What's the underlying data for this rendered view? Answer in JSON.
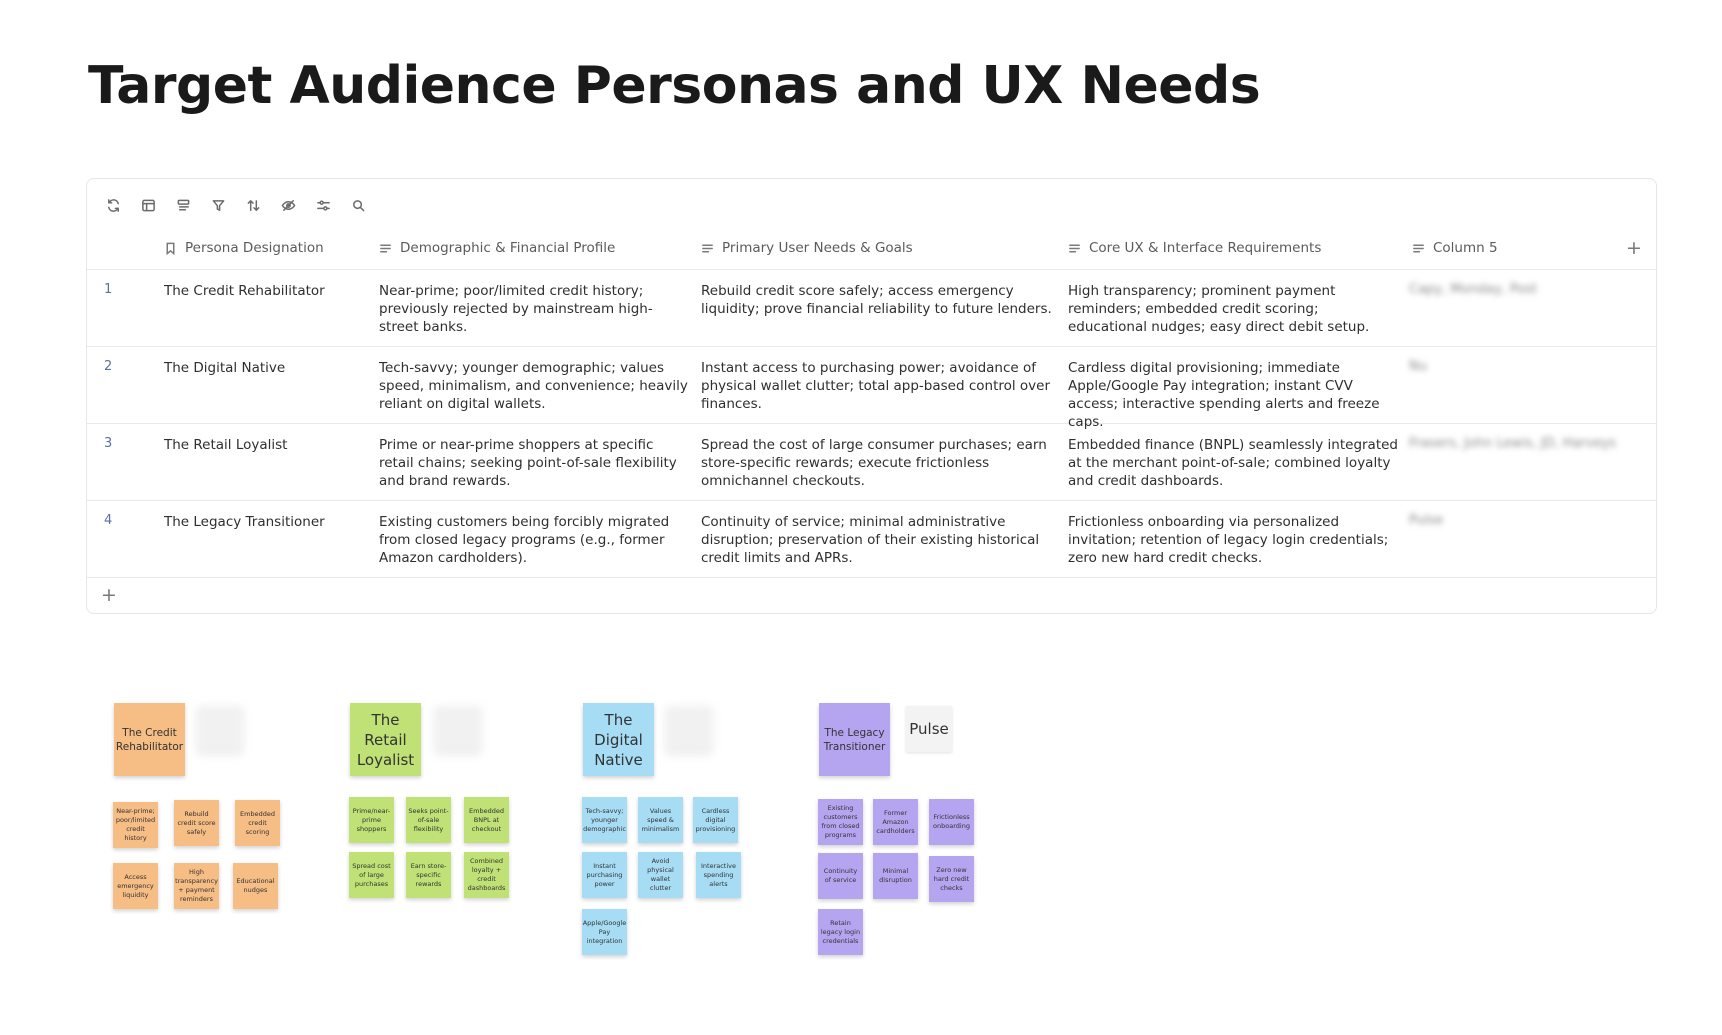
{
  "page": {
    "title": "Target Audience Personas and UX Needs"
  },
  "toolbar": {
    "icons": [
      "refresh-icon",
      "table-layout-icon",
      "group-icon",
      "filter-icon",
      "sort-icon",
      "hide-fields-icon",
      "settings-icon",
      "search-icon"
    ]
  },
  "table": {
    "columns": [
      {
        "label": "Persona Designation",
        "icon": "bookmark-icon"
      },
      {
        "label": "Demographic & Financial Profile",
        "icon": "text-lines-icon"
      },
      {
        "label": "Primary User Needs & Goals",
        "icon": "text-lines-icon"
      },
      {
        "label": "Core UX & Interface Requirements",
        "icon": "text-lines-icon"
      },
      {
        "label": "Column 5",
        "icon": "text-lines-icon"
      }
    ],
    "add_column": "+",
    "add_row": "+",
    "rows": [
      {
        "num": "1",
        "persona": "The Credit Rehabilitator",
        "profile": "Near-prime; poor/limited credit history; previously rejected by mainstream high-street banks.",
        "needs": "Rebuild credit score safely; access emergency liquidity; prove financial reliability to future lenders.",
        "ux": "High transparency; prominent payment reminders; embedded credit scoring; educational nudges; easy direct debit setup.",
        "col5": "Capy, Monday, Post"
      },
      {
        "num": "2",
        "persona": "The Digital Native",
        "profile": "Tech-savvy; younger demographic; values speed, minimalism, and convenience; heavily reliant on digital wallets.",
        "needs": "Instant access to purchasing power; avoidance of physical wallet clutter; total app-based control over finances.",
        "ux": "Cardless digital provisioning; immediate Apple/Google Pay integration; instant CVV access; interactive spending alerts and freeze caps.",
        "col5": "Nu"
      },
      {
        "num": "3",
        "persona": "The Retail Loyalist",
        "profile": "Prime or near-prime shoppers at specific retail chains; seeking point-of-sale flexibility and brand rewards.",
        "needs": "Spread the cost of large consumer purchases; earn store-specific rewards; execute frictionless omnichannel checkouts.",
        "ux": "Embedded finance (BNPL) seamlessly integrated at the merchant point-of-sale; combined loyalty and credit dashboards.",
        "col5": "Frasers, John Lewis, JD, Harveys"
      },
      {
        "num": "4",
        "persona": "The Legacy Transitioner",
        "profile": "Existing customers being forcibly migrated from closed legacy programs (e.g., former Amazon cardholders).",
        "needs": "Continuity of service; minimal administrative disruption; preservation of their existing historical credit limits and APRs.",
        "ux": "Frictionless onboarding via personalized invitation; retention of legacy login credentials; zero new hard credit checks.",
        "col5": "Pulse"
      }
    ]
  },
  "board": {
    "colors": {
      "orange": "#f6bd85",
      "green": "#bfe176",
      "blue": "#a6dcf4",
      "purple": "#b5a4f0"
    },
    "clusters": [
      {
        "title": "The Credit Rehabilitator",
        "notes": [
          "Near-prime; poor/limited credit history",
          "Rebuild credit score safely",
          "Embedded credit scoring",
          "Access emergency liquidity",
          "High transparency + payment reminders",
          "Educational nudges"
        ]
      },
      {
        "title": "The Retail Loyalist",
        "notes": [
          "Prime/near-prime shoppers",
          "Seeks point-of-sale flexibility",
          "Embedded BNPL at checkout",
          "Spread cost of large purchases",
          "Earn store-specific rewards",
          "Combined loyalty + credit dashboards"
        ]
      },
      {
        "title": "The Digital Native",
        "notes": [
          "Tech-savvy; younger demographic",
          "Values speed & minimalism",
          "Cardless digital provisioning",
          "Instant purchasing power",
          "Avoid physical wallet clutter",
          "Interactive spending alerts",
          "Apple/Google Pay integration"
        ]
      },
      {
        "title": "The Legacy Transitioner",
        "tag": "Pulse",
        "notes": [
          "Existing customers from closed programs",
          "Former Amazon cardholders",
          "Frictionless onboarding",
          "Continuity of service",
          "Minimal disruption",
          "Zero new hard credit checks",
          "Retain legacy login credentials"
        ]
      }
    ]
  }
}
